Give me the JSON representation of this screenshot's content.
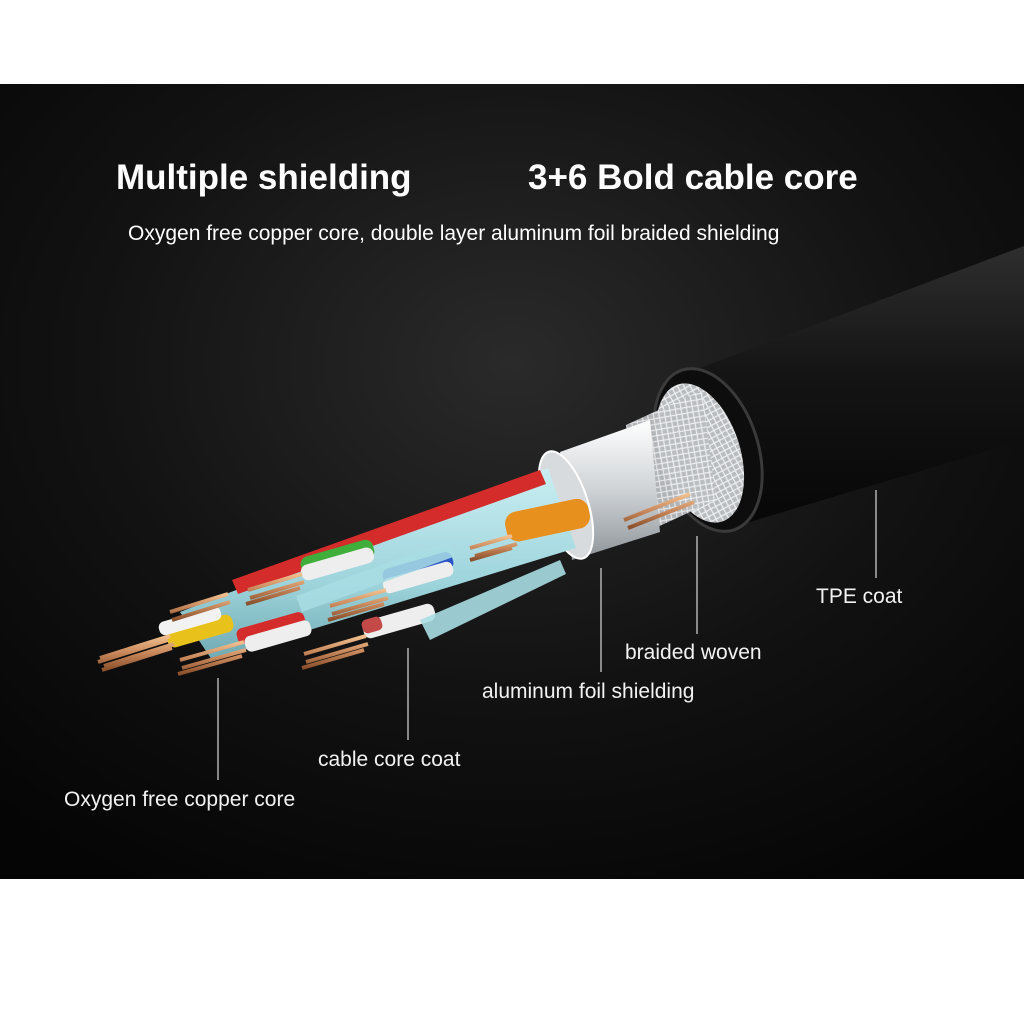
{
  "header": {
    "title_left": "Multiple shielding",
    "title_right": "3+6  Bold cable core",
    "subtitle": "Oxygen free copper core, double layer aluminum foil braided shielding"
  },
  "callouts": {
    "tpe_coat": "TPE coat",
    "braided_woven": "braided woven",
    "aluminum_foil": "aluminum foil shielding",
    "cable_core_coat": "cable core coat",
    "copper_core": "Oxygen free copper core"
  },
  "colors": {
    "background": "#0b0b0b",
    "jacket": "#151515",
    "inner_sheath": "#9ed4dc",
    "copper": "#c8875a",
    "wire_red": "#d42b2b",
    "wire_green": "#3fae3a",
    "wire_blue": "#2a52c9",
    "wire_orange": "#e8901e",
    "wire_yellow": "#e8c21a",
    "wire_white": "#f2f2f2"
  }
}
